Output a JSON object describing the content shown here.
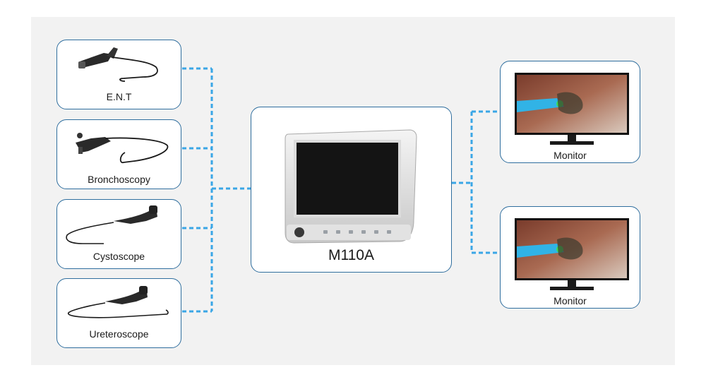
{
  "devices": [
    {
      "label": "E.N.T"
    },
    {
      "label": "Bronchoscopy"
    },
    {
      "label": "Cystoscope"
    },
    {
      "label": "Ureteroscope"
    }
  ],
  "center": {
    "label": "M110A"
  },
  "monitors": [
    {
      "label": "Monitor"
    },
    {
      "label": "Monitor"
    }
  ],
  "colors": {
    "panel": "#f2f2f2",
    "card_border": "#2f6e9e",
    "connector": "#3aa6e6"
  }
}
